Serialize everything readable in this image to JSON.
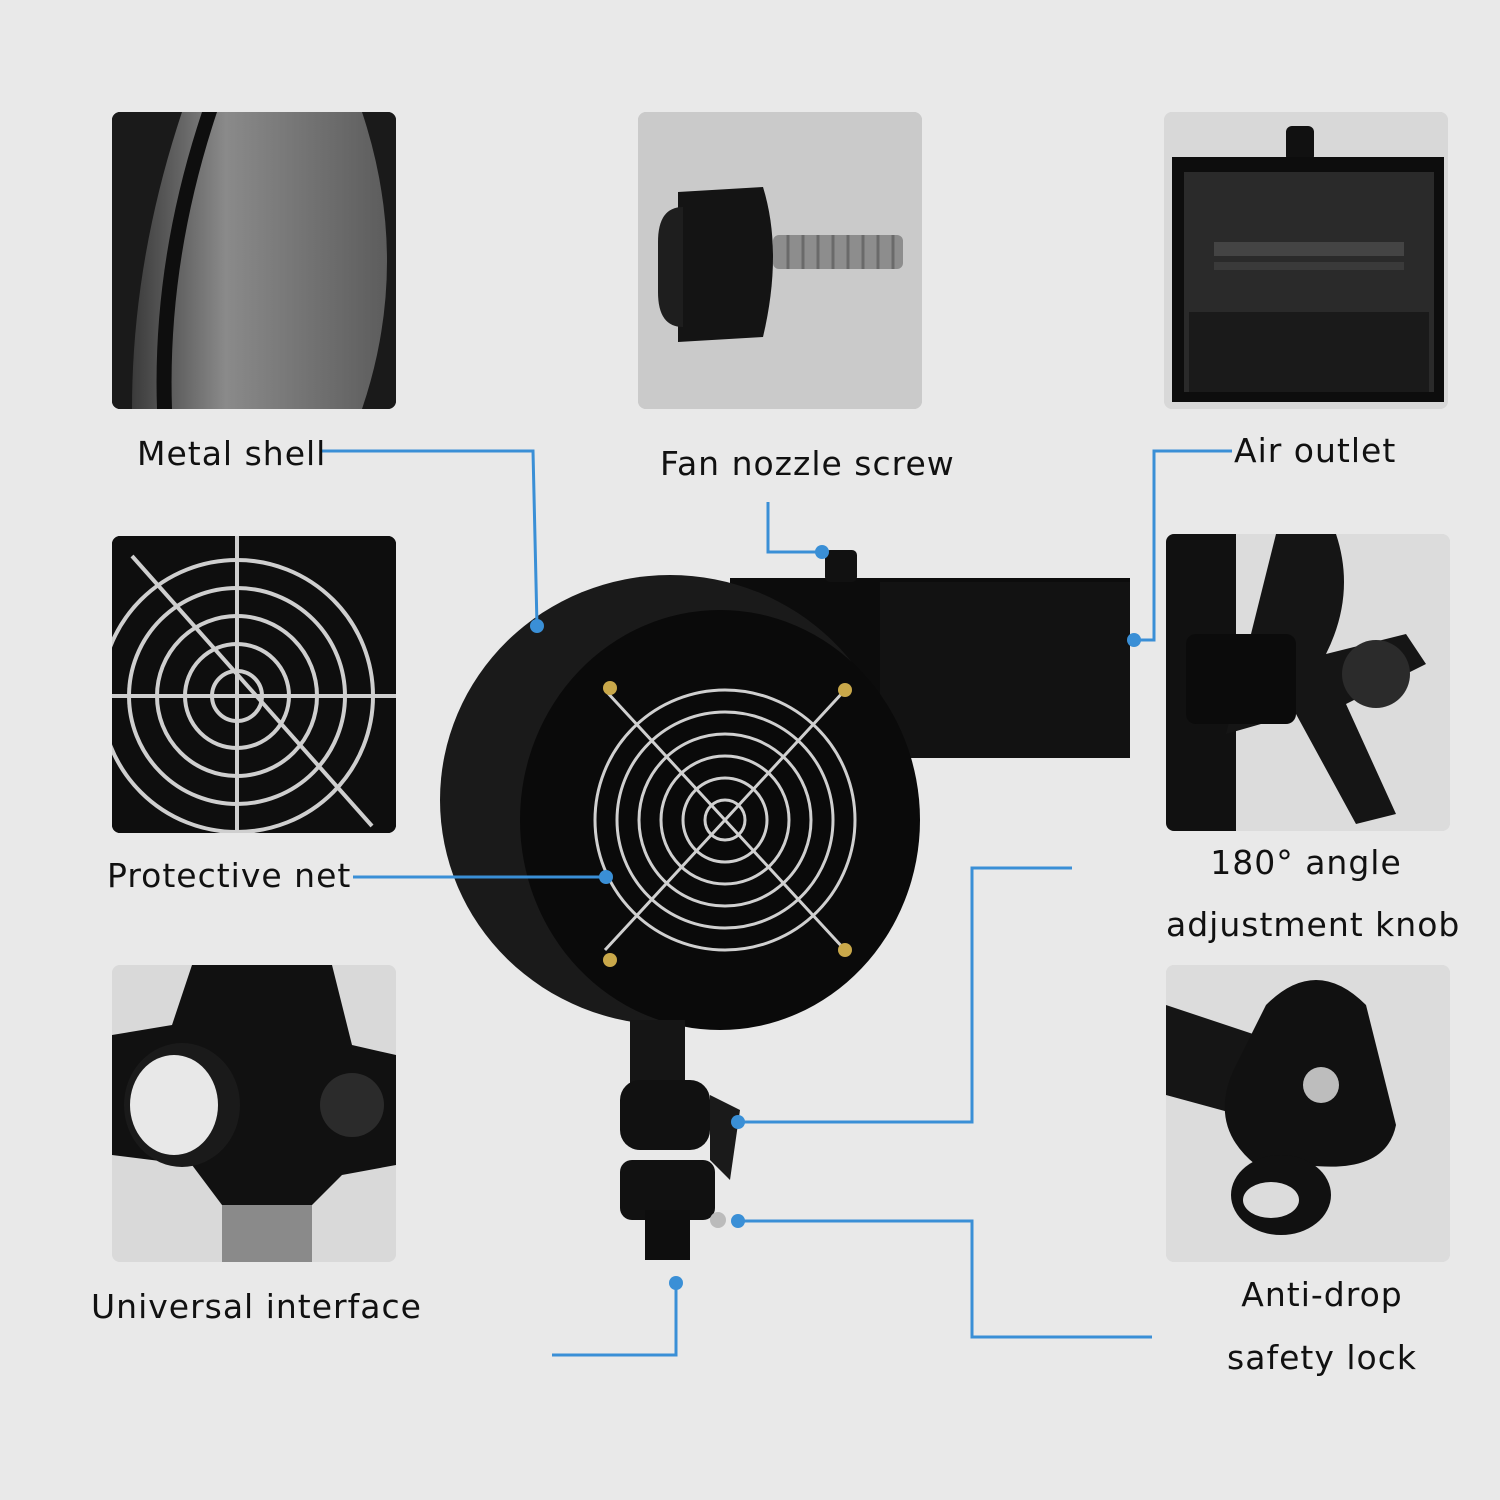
{
  "labels": {
    "metal_shell": "Metal shell",
    "fan_nozzle_screw": "Fan nozzle screw",
    "air_outlet": "Air outlet",
    "protective_net": "Protective net",
    "angle_knob_line1": "180° angle",
    "angle_knob_line2": "adjustment knob",
    "universal_interface": "Universal interface",
    "anti_drop_line1": "Anti-drop",
    "anti_drop_line2": "safety lock"
  },
  "icons": {
    "metal_shell": "metal-shell-icon",
    "screw": "thumb-screw-icon",
    "air_outlet": "air-outlet-icon",
    "fan_grille": "fan-grille-icon",
    "knob": "angle-knob-icon",
    "interface": "universal-interface-icon",
    "safety_lock": "safety-lock-icon",
    "blower": "blower-fan-icon"
  },
  "colors": {
    "background": "#e9e9e9",
    "leader_line": "#3a8fd6",
    "product": "#111111"
  }
}
